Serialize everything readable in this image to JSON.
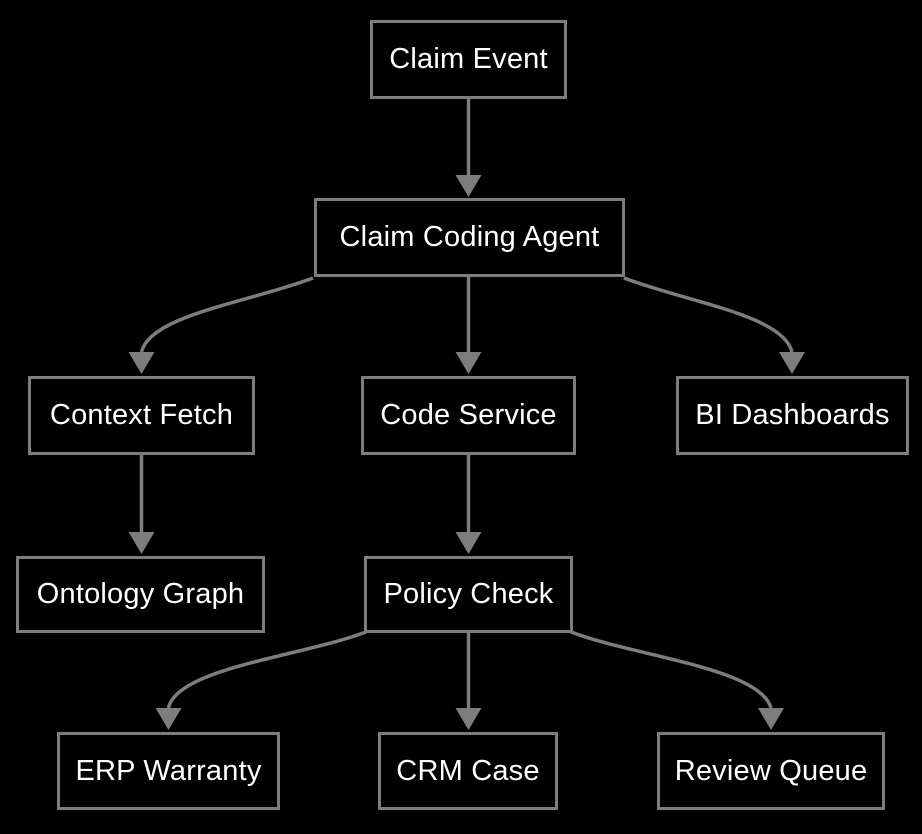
{
  "diagram": {
    "type": "flowchart",
    "background_color": "#000000",
    "colors": {
      "node_fill": "#000000",
      "node_border": "#7d7d7d",
      "edge": "#7d7d7d",
      "text": "#ffffff"
    },
    "nodes": [
      {
        "id": "claim_event",
        "label": "Claim Event"
      },
      {
        "id": "claim_coding_agent",
        "label": "Claim Coding Agent"
      },
      {
        "id": "context_fetch",
        "label": "Context Fetch"
      },
      {
        "id": "code_service",
        "label": "Code Service"
      },
      {
        "id": "bi_dashboards",
        "label": "BI Dashboards"
      },
      {
        "id": "ontology_graph",
        "label": "Ontology Graph"
      },
      {
        "id": "policy_check",
        "label": "Policy Check"
      },
      {
        "id": "erp_warranty",
        "label": "ERP Warranty"
      },
      {
        "id": "crm_case",
        "label": "CRM Case"
      },
      {
        "id": "review_queue",
        "label": "Review Queue"
      }
    ],
    "edges": [
      {
        "from": "claim_event",
        "to": "claim_coding_agent"
      },
      {
        "from": "claim_coding_agent",
        "to": "context_fetch"
      },
      {
        "from": "claim_coding_agent",
        "to": "code_service"
      },
      {
        "from": "claim_coding_agent",
        "to": "bi_dashboards"
      },
      {
        "from": "context_fetch",
        "to": "ontology_graph"
      },
      {
        "from": "code_service",
        "to": "policy_check"
      },
      {
        "from": "policy_check",
        "to": "erp_warranty"
      },
      {
        "from": "policy_check",
        "to": "crm_case"
      },
      {
        "from": "policy_check",
        "to": "review_queue"
      }
    ]
  }
}
